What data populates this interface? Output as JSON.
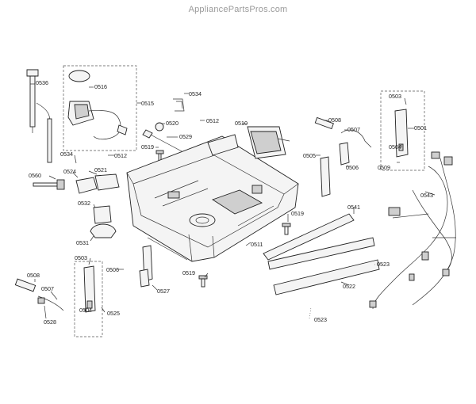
{
  "watermark": "AppliancePartsPros.com",
  "labels": {
    "p0536": "0536",
    "p0516": "0516",
    "p0515": "0515",
    "p0534a": "0534",
    "p0520": "0520",
    "p0512a": "0512",
    "p0519a": "0519",
    "p0529": "0529",
    "p0512b": "0512",
    "p0510": "0510",
    "p0508a": "0508",
    "p0507a": "0507",
    "p0505": "0505",
    "p0506a": "0506",
    "p0503a": "0503",
    "p0501": "0501",
    "p0504a": "0504",
    "p0509": "0509",
    "p0560": "0560",
    "p0524": "0524",
    "p0521": "0521",
    "p0534b": "0534",
    "p0532": "0532",
    "p0531": "0531",
    "p0519b": "0519",
    "p0541": "0541",
    "p0543": "0543",
    "p0511": "0511",
    "p0503b": "0503",
    "p0506b": "0506",
    "p0508b": "0508",
    "p0507b": "0507",
    "p0504b": "0504",
    "p0528": "0528",
    "p0525": "0525",
    "p0527": "0527",
    "p0519c": "0519",
    "p0523a": "0523",
    "p0522": "0522",
    "p0523b": "0523"
  }
}
